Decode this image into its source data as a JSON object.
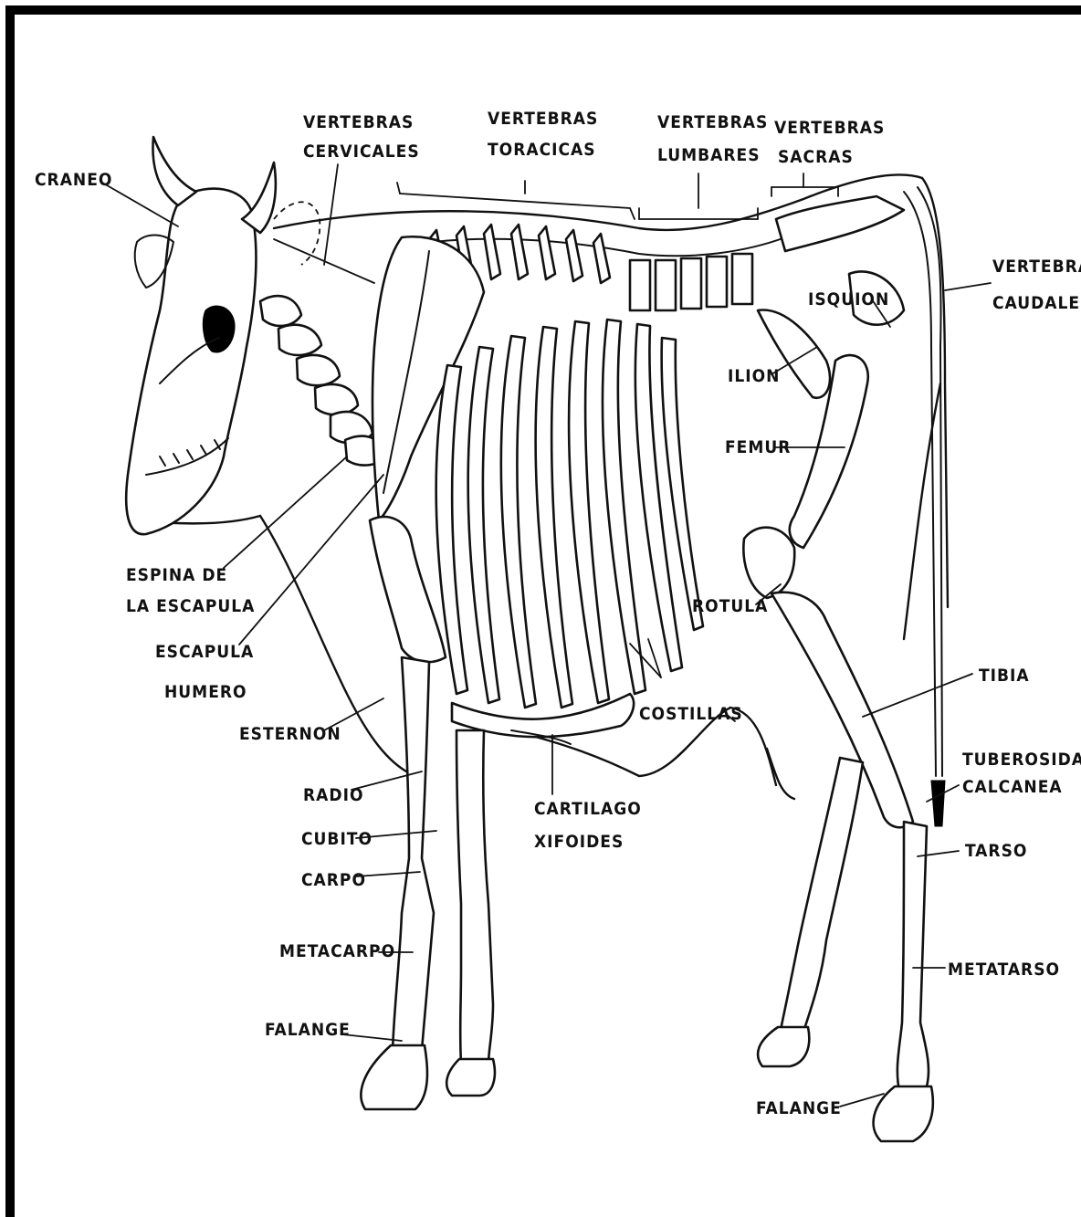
{
  "labels": {
    "craneo": "CRANEO",
    "vert_cervicales_1": "VERTEBRAS",
    "vert_cervicales_2": "CERVICALES",
    "vert_toracicas_1": "VERTEBRAS",
    "vert_toracicas_2": "TORACICAS",
    "vert_lumbares_1": "VERTEBRAS",
    "vert_lumbares_2": "LUMBARES",
    "vert_sacras_1": "VERTEBRAS",
    "vert_sacras_2": "SACRAS",
    "vert_caudales_1": "VERTEBRAS",
    "vert_caudales_2": "CAUDALES",
    "isquion": "ISQUION",
    "ilion": "ILION",
    "femur": "FEMUR",
    "rotula": "ROTULA",
    "tibia": "TIBIA",
    "tuberosidad_1": "TUBEROSIDAD",
    "tuberosidad_2": "CALCANEA",
    "tarso": "TARSO",
    "metatarso": "METATARSO",
    "falange_hind": "FALANGE",
    "costillas": "COSTILLAS",
    "cartilago_1": "CARTILAGO",
    "cartilago_2": "XIFOIDES",
    "espina_1": "ESPINA DE",
    "espina_2": "LA ESCAPULA",
    "escapula": "ESCAPULA",
    "humero": "HUMERO",
    "esternon": "ESTERNON",
    "radio": "RADIO",
    "cubito": "CUBITO",
    "carpo": "CARPO",
    "metacarpo": "METACARPO",
    "falange_front": "FALANGE"
  }
}
